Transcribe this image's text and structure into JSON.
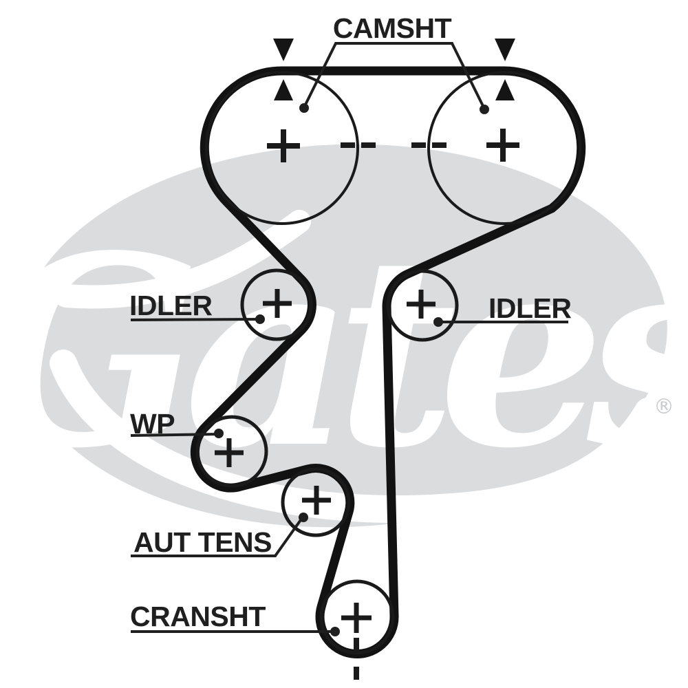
{
  "diagram": {
    "kind": "timing-belt-routing-diagram",
    "labels": {
      "camshaft": "CAMSHT",
      "idler_left": "IDLER",
      "idler_right": "IDLER",
      "water_pump": "WP",
      "auto_tensioner": "AUT TENS",
      "crankshaft": "CRANSHT"
    },
    "center_mark_symbol": "+",
    "timing_mark_symbols": {
      "camshaft_alignment_dashes": "- -",
      "arrow_pair": "▼ ▲",
      "crankshaft_alignment": "dashed vertical line"
    },
    "watermark": {
      "brand": "Gates",
      "registered_mark": "®"
    },
    "colors": {
      "background": "#ffffff",
      "belt_black": "#121212",
      "line_black": "#1a1a1a",
      "label_text": "#1f1f1f",
      "watermark_gray": "#dbdcdd",
      "watermark_script_white": "#ffffff",
      "registered_mark_gray": "#c9cacc"
    }
  }
}
